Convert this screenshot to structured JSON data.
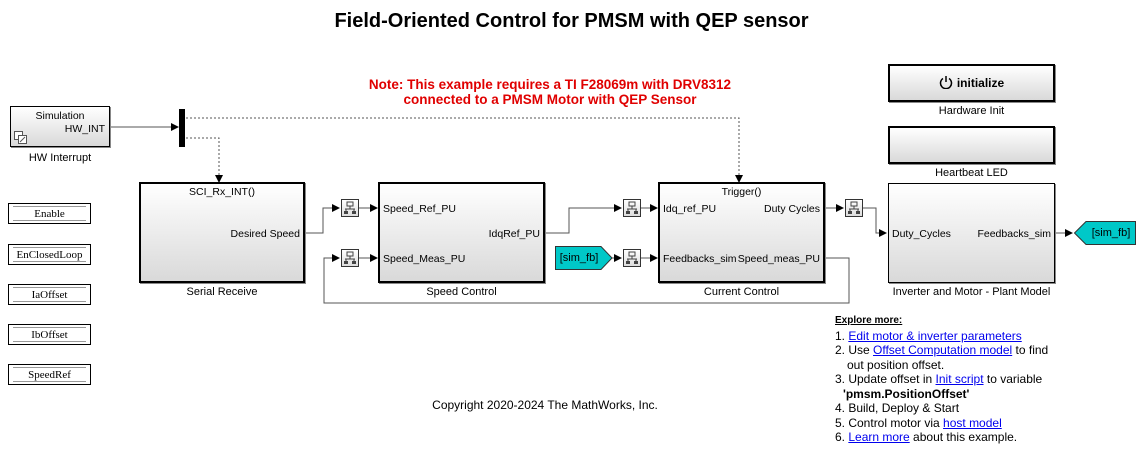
{
  "title": "Field-Oriented Control for PMSM with QEP sensor",
  "note": {
    "line1": "Note: This example requires a TI F28069m with DRV8312",
    "line2": "connected to a PMSM Motor with QEP Sensor",
    "color": "#e00000"
  },
  "hw_interrupt": {
    "inner_title": "Simulation",
    "port": "HW_INT",
    "name": "HW Interrupt"
  },
  "control_buttons": [
    "Enable",
    "EnClosedLoop",
    "IaOffset",
    "IbOffset",
    "SpeedRef"
  ],
  "serial_receive": {
    "trigger": "SCI_Rx_INT()",
    "out_port": "Desired Speed",
    "name": "Serial Receive"
  },
  "speed_control": {
    "in_ports": [
      "Speed_Ref_PU",
      "Speed_Meas_PU"
    ],
    "out_port": "IdqRef_PU",
    "name": "Speed Control"
  },
  "current_control": {
    "trigger": "Trigger()",
    "in_ports": [
      "Idq_ref_PU",
      "Feedbacks_sim"
    ],
    "out_ports": [
      "Duty Cycles",
      "Speed_meas_PU"
    ],
    "name": "Current Control"
  },
  "plant": {
    "in_port": "Duty_Cycles",
    "out_port": "Feedbacks_sim",
    "name": "Inverter and Motor - Plant Model"
  },
  "goto_tag": {
    "label": "[sim_fb]",
    "color": "#00c8c8"
  },
  "from_tag": {
    "label": "[sim_fb]",
    "color": "#00c8c8"
  },
  "hardware_init": {
    "button": "initialize",
    "name": "Hardware Init"
  },
  "heartbeat": {
    "name": "Heartbeat LED"
  },
  "explore": {
    "heading": "Explore more:",
    "items": [
      {
        "prefix": "1. ",
        "link": "Edit motor & inverter parameters",
        "suffix": ""
      },
      {
        "prefix": "2. Use ",
        "link": "Offset Computation model",
        "suffix": " to find"
      },
      {
        "prefix": "",
        "link": "",
        "suffix": "out position offset."
      },
      {
        "prefix": "3. Update offset in ",
        "link": "Init script",
        "suffix": " to variable"
      },
      {
        "prefix": "",
        "link": "",
        "suffix": "'pmsm.PositionOffset'"
      },
      {
        "prefix": "4. Build, Deploy & Start",
        "link": "",
        "suffix": ""
      },
      {
        "prefix": "5. Control motor via ",
        "link": "host model",
        "suffix": ""
      },
      {
        "prefix": "6. ",
        "link": "Learn more",
        "suffix": " about this example."
      }
    ]
  },
  "copyright": "Copyright 2020-2024 The MathWorks, Inc."
}
